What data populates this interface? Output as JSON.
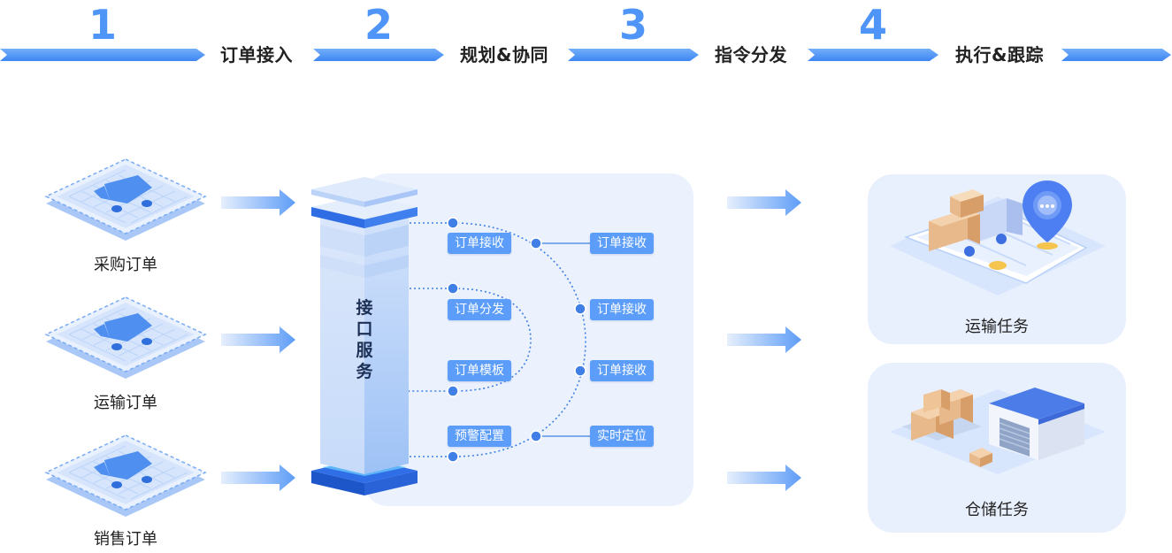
{
  "steps": [
    {
      "number": "1",
      "label": "订单接入"
    },
    {
      "number": "2",
      "label": "规划&协同"
    },
    {
      "number": "3",
      "label": "指令分发"
    },
    {
      "number": "4",
      "label": "执行&跟踪"
    }
  ],
  "sources": [
    {
      "label": "采购订单",
      "icon": "cart-icon"
    },
    {
      "label": "运输订单",
      "icon": "cart-icon"
    },
    {
      "label": "销售订单",
      "icon": "cart-icon"
    }
  ],
  "center": {
    "pillar_label": "接口服务",
    "left_tags": [
      "订单接收",
      "订单分发",
      "订单模板",
      "预警配置"
    ],
    "right_tags": [
      "订单接收",
      "订单接收",
      "订单接收",
      "实时定位"
    ]
  },
  "destinations": [
    {
      "label": "运输任务",
      "icon": "delivery-truck-map-icon"
    },
    {
      "label": "仓储任务",
      "icon": "warehouse-icon"
    }
  ],
  "colors": {
    "accent": "#4f95f7",
    "tag": "#5b9df8",
    "panel": "#e9f0fd",
    "text": "#222222"
  }
}
